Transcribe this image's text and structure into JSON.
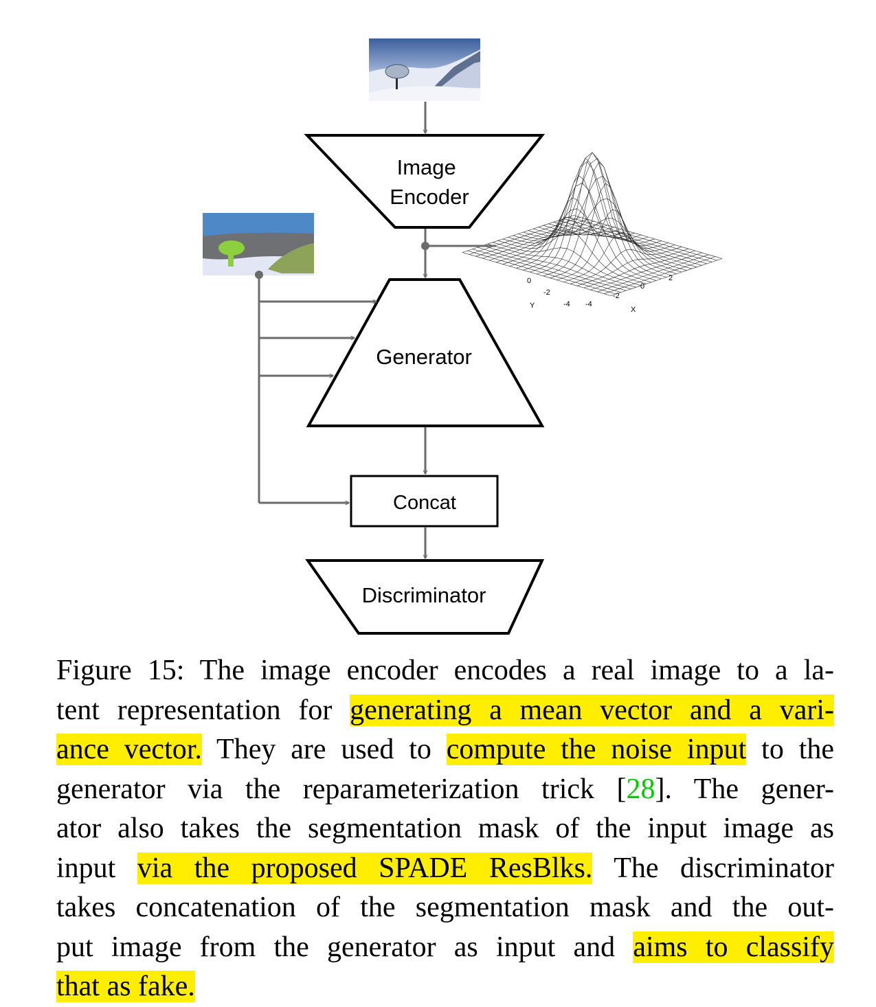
{
  "diagram": {
    "nodes": {
      "encoder": "Image\nEncoder",
      "generator": "Generator",
      "concat": "Concat",
      "discriminator": "Discriminator"
    },
    "gaussian_axes": {
      "y_ticks": [
        "0",
        "-2",
        "-4"
      ],
      "x_ticks": [
        "-4",
        "-2",
        "0",
        "2"
      ],
      "y_label": "Y",
      "x_label": "X"
    }
  },
  "caption": {
    "lines": [
      [
        {
          "t": "Figure 15: The image encoder encodes a real image to a la-"
        }
      ],
      [
        {
          "t": "tent representation for "
        },
        {
          "t": "generating a mean vector and a vari-",
          "hl": true
        }
      ],
      [
        {
          "t": "ance vector.",
          "hl": true
        },
        {
          "t": " They are used to "
        },
        {
          "t": "compute the noise input",
          "hl": true
        },
        {
          "t": " to the"
        }
      ],
      [
        {
          "t": "generator via the reparameterization trick ["
        },
        {
          "t": "28",
          "cite": true
        },
        {
          "t": "]. The gener-"
        }
      ],
      [
        {
          "t": "ator also takes the segmentation mask of the input image as"
        }
      ],
      [
        {
          "t": "input "
        },
        {
          "t": "via the proposed SPADE ResBlks.",
          "hl": true
        },
        {
          "t": " The discriminator"
        }
      ],
      [
        {
          "t": "takes concatenation of the segmentation mask and the out-"
        }
      ],
      [
        {
          "t": "put image from the generator as input and "
        },
        {
          "t": "aims to classify",
          "hl": true
        }
      ],
      [
        {
          "t": "that as fake.",
          "hl": true
        }
      ]
    ]
  },
  "colors": {
    "highlight": "#ffee00",
    "citation": "#00cc00",
    "arrow": "#6b6b6b"
  }
}
